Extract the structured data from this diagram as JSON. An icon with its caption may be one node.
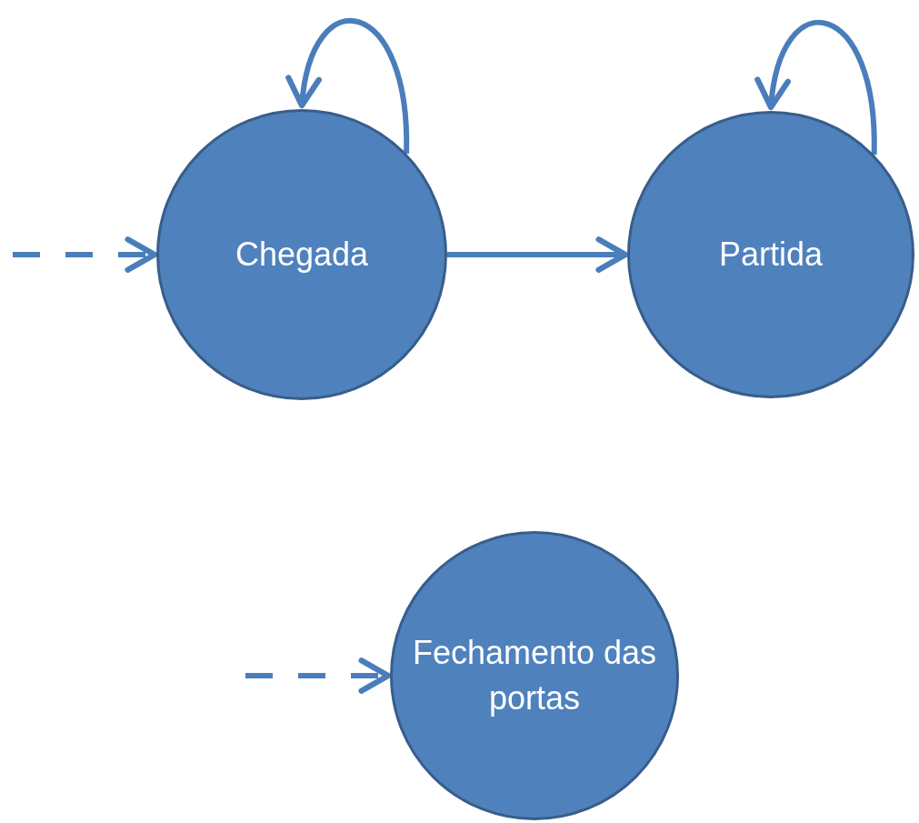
{
  "diagram": {
    "nodes": [
      {
        "text": [
          "Chegada"
        ]
      },
      {
        "text": [
          "Partida"
        ]
      },
      {
        "text": [
          "Fechamento das portas"
        ]
      }
    ],
    "edges": [
      {
        "from": null,
        "to": 0,
        "arrow": "to",
        "style": "dashed"
      },
      {
        "from": 0,
        "to": 0,
        "arrow": "to"
      },
      {
        "from": 0,
        "to": 1,
        "arrow": "to"
      },
      {
        "from": 1,
        "to": 1,
        "arrow": "to"
      },
      {
        "from": null,
        "to": 2,
        "arrow": "to",
        "style": "dashed"
      }
    ]
  }
}
